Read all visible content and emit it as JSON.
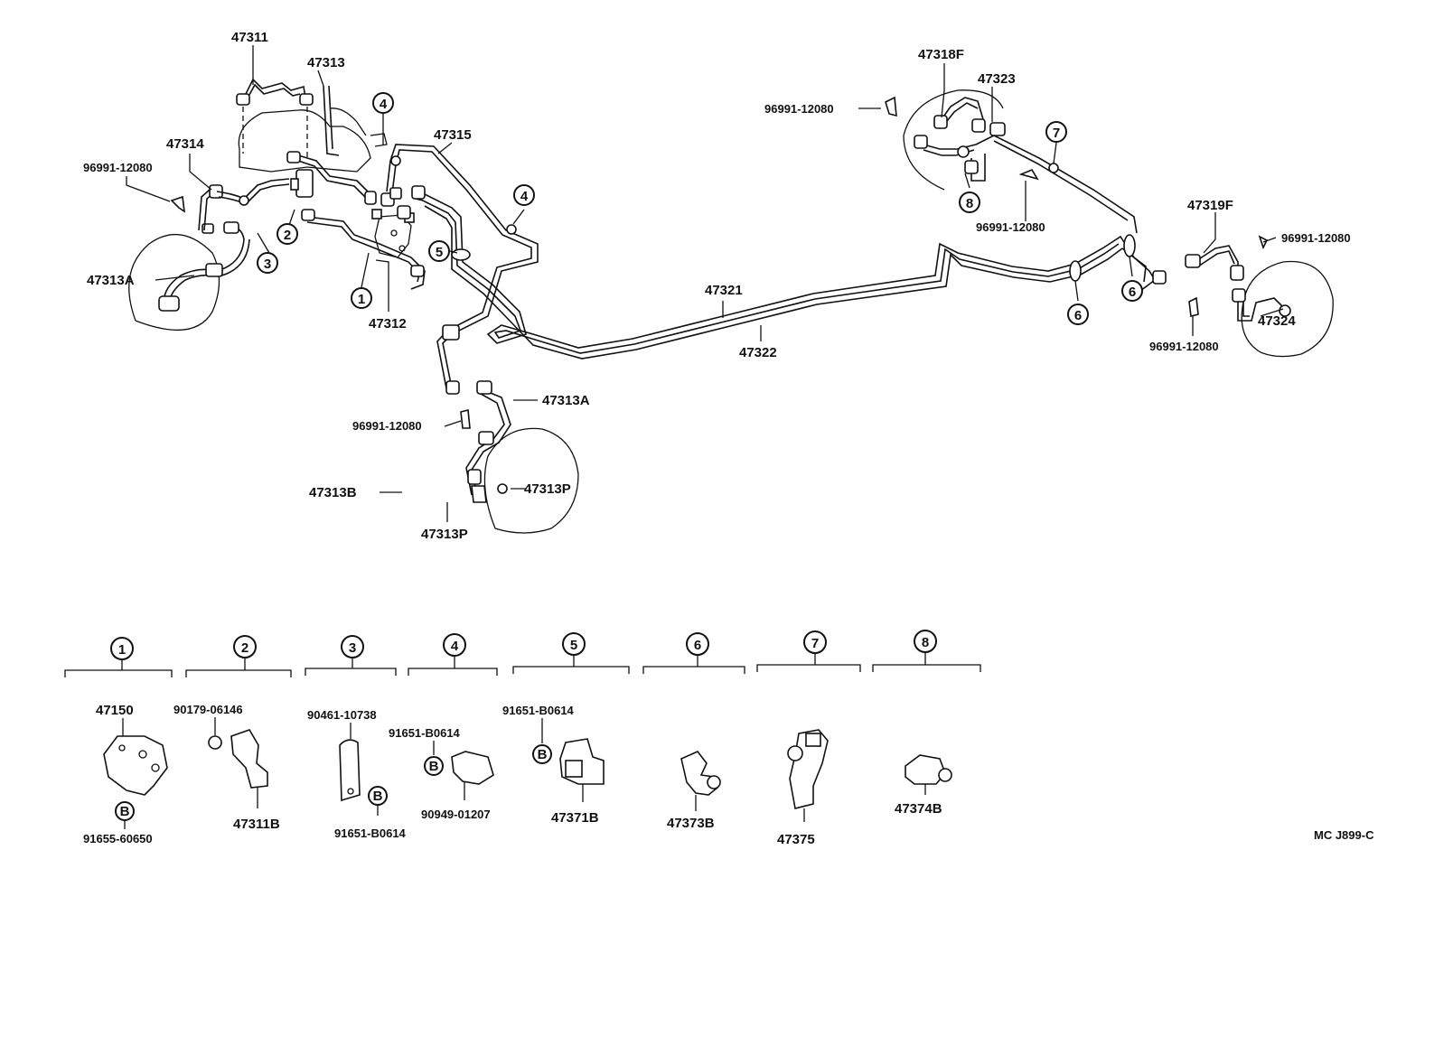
{
  "diagram": {
    "code": "MC J899-C",
    "parts": {
      "p47311": "47311",
      "p47313": "47313",
      "p47314": "47314",
      "p96991_a": "96991-12080",
      "p47313A_left": "47313A",
      "p47312": "47312",
      "p47315": "47315",
      "p47321": "47321",
      "p47322": "47322",
      "p96991_b": "96991-12080",
      "p47313A_mid": "47313A",
      "p47313B": "47313B",
      "p47313P_a": "47313P",
      "p47313P_b": "47313P",
      "p96991_c": "96991-12080",
      "p47318F": "47318F",
      "p47323": "47323",
      "p96991_d": "96991-12080",
      "p47319F": "47319F",
      "p96991_e": "96991-12080",
      "p47324": "47324",
      "p96991_f": "96991-12080"
    },
    "callouts": [
      "1",
      "2",
      "3",
      "4",
      "5",
      "6",
      "7",
      "8"
    ],
    "subsets": [
      {
        "num": "1",
        "labels": [
          "47150",
          "91655-60650"
        ]
      },
      {
        "num": "2",
        "labels": [
          "90179-06146",
          "47311B"
        ]
      },
      {
        "num": "3",
        "labels": [
          "90461-10738",
          "91651-B0614"
        ]
      },
      {
        "num": "4",
        "labels": [
          "91651-B0614",
          "90949-01207"
        ]
      },
      {
        "num": "5",
        "labels": [
          "91651-B0614",
          "47371B"
        ]
      },
      {
        "num": "6",
        "labels": [
          "47373B"
        ]
      },
      {
        "num": "7",
        "labels": [
          "47375"
        ]
      },
      {
        "num": "8",
        "labels": [
          "47374B"
        ]
      }
    ],
    "bolt_mark": "B"
  }
}
